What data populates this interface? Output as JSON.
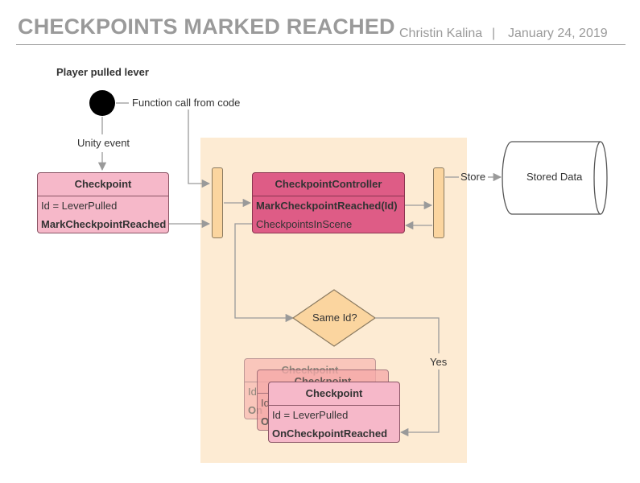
{
  "header": {
    "title": "CHECKPOINTS MARKED REACHED",
    "author": "Christin Kalina",
    "separator": "|",
    "date": "January 24, 2019"
  },
  "diagram": {
    "start_label": "Player pulled lever",
    "call_label": "Function call from code",
    "event_label": "Unity event",
    "store_label": "Store",
    "stored_data_label": "Stored Data",
    "decision_label": "Same Id?",
    "yes_label": "Yes",
    "checkpoint_source": {
      "title": "Checkpoint",
      "rows": [
        "Id = LeverPulled",
        "MarkCheckpointReached"
      ]
    },
    "controller": {
      "title": "CheckpointController",
      "rows": [
        "MarkCheckpointReached(Id)",
        "CheckpointsInScene"
      ]
    },
    "checkpoint_targets": [
      {
        "title": "Checkpoint",
        "rows": [
          "Id",
          "On"
        ]
      },
      {
        "title": "Checkpoint",
        "rows": [
          "Id",
          "On"
        ]
      },
      {
        "title": "Checkpoint",
        "rows": [
          "Id = LeverPulled",
          "OnCheckpointReached"
        ]
      }
    ],
    "colors": {
      "zone": "#fdebd3",
      "checkpoint": "#f6b8c9",
      "controller": "#de5c86",
      "bar": "#fbd59f",
      "decision": "#fbd59f",
      "connector": "#9a9a9a"
    }
  }
}
